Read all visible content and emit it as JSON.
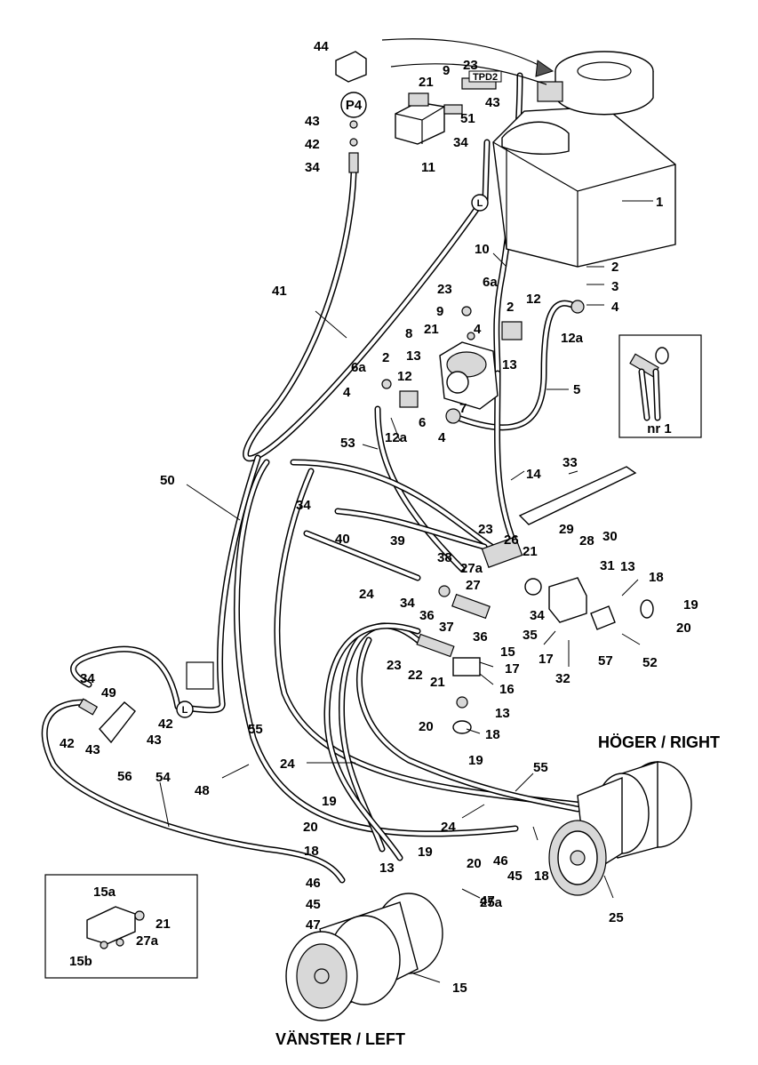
{
  "labels": {
    "right": "HÖGER / RIGHT",
    "left": "VÄNSTER / LEFT",
    "tpd2": "TPD2",
    "p4": "P4",
    "l_mark": "L",
    "inset_nr": "nr 1"
  },
  "callouts": [
    "44",
    "43",
    "42",
    "34",
    "21",
    "9",
    "23",
    "43",
    "51",
    "34",
    "11",
    "1",
    "10",
    "2",
    "3",
    "4",
    "23",
    "6a",
    "12",
    "9",
    "2",
    "21",
    "4",
    "12a",
    "8",
    "13",
    "13",
    "6a",
    "2",
    "12",
    "4",
    "7",
    "6",
    "4",
    "5",
    "12a",
    "53",
    "41",
    "14",
    "33",
    "50",
    "34",
    "40",
    "23",
    "26",
    "29",
    "28",
    "30",
    "39",
    "21",
    "38",
    "27a",
    "13",
    "31",
    "18",
    "19",
    "20",
    "34",
    "27",
    "34",
    "36",
    "35",
    "36",
    "37",
    "24",
    "15",
    "23",
    "22",
    "21",
    "17",
    "16",
    "57",
    "52",
    "17",
    "32",
    "34",
    "49",
    "42",
    "43",
    "42",
    "43",
    "56",
    "13",
    "20",
    "18",
    "19",
    "54",
    "48",
    "55",
    "24",
    "55",
    "24",
    "19",
    "20",
    "18",
    "13",
    "19",
    "20",
    "47",
    "46",
    "45",
    "47",
    "46",
    "45",
    "18",
    "25a",
    "25",
    "15",
    "15a",
    "21",
    "27a",
    "15b"
  ]
}
